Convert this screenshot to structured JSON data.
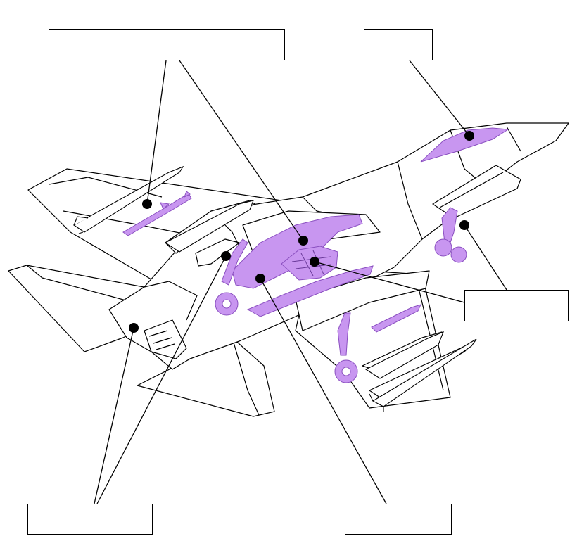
{
  "colors": {
    "outline": "#000000",
    "body_fill": "#ffffff",
    "highlight_fill": "#c896f0",
    "highlight_edge": "#8a4fc0",
    "label_border": "#000000",
    "marker": "#000000"
  },
  "labels": [
    {
      "id": "label-top-left",
      "text": ""
    },
    {
      "id": "label-top-right",
      "text": ""
    },
    {
      "id": "label-mid-right",
      "text": ""
    },
    {
      "id": "label-bottom-left",
      "text": ""
    },
    {
      "id": "label-bottom-center",
      "text": ""
    }
  ],
  "highlighted_parts": [
    {
      "name": "canopy"
    },
    {
      "name": "internal-weapons-bay"
    },
    {
      "name": "lift-fan"
    },
    {
      "name": "main-landing-gear"
    },
    {
      "name": "nose-landing-gear"
    },
    {
      "name": "wing-missile"
    }
  ]
}
